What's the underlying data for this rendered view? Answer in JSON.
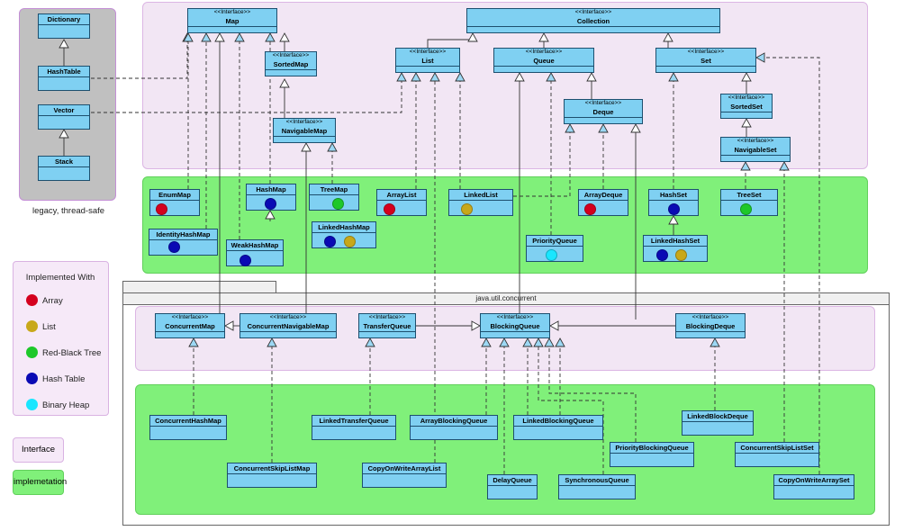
{
  "legend": {
    "title": "Implemented With",
    "items": [
      {
        "label": "Array",
        "color": "#d4001e"
      },
      {
        "label": "List",
        "color": "#c8a81a"
      },
      {
        "label": "Red-Black Tree",
        "color": "#1ec82a"
      },
      {
        "label": "Hash Table",
        "color": "#0a0ab4"
      },
      {
        "label": "Binary Heap",
        "color": "#19e6ff"
      }
    ]
  },
  "legacy_caption": "legacy, thread-safe",
  "concurrent_package": "java.util.concurrent",
  "tags": {
    "interface": "Interface",
    "implementation": "implemetation"
  },
  "stereotype": "<<Interface>>",
  "nodes": {
    "dictionary": "Dictionary",
    "hashtable": "HashTable",
    "vector": "Vector",
    "stack": "Stack",
    "map": "Map",
    "sortedmap": "SortedMap",
    "navigablemap": "NavigableMap",
    "collection": "Collection",
    "list": "List",
    "queue": "Queue",
    "set": "Set",
    "deque": "Deque",
    "sortedset": "SortedSet",
    "navigableset": "NavigableSet",
    "enummap": "EnumMap",
    "hashmap": "HashMap",
    "treemap": "TreeMap",
    "arraylist": "ArrayList",
    "linkedlist": "LinkedList",
    "arraydeque": "ArrayDeque",
    "hashset": "HashSet",
    "treeset": "TreeSet",
    "identityhashmap": "IdentityHashMap",
    "linkedhashmap": "LinkedHashMap",
    "weakhashmap": "WeakHashMap",
    "priorityqueue": "PriorityQueue",
    "linkedhashset": "LinkedHashSet",
    "concurrentmap": "ConcurrentMap",
    "concurrentnavigablemap": "ConcurrentNavigableMap",
    "transferqueue": "TransferQueue",
    "blockingqueue": "BlockingQueue",
    "blockingdeque": "BlockingDeque",
    "concurrenthashmap": "ConcurrentHashMap",
    "linkedtransferqueue": "LinkedTransferQueue",
    "arrayblockingqueue": "ArrayBlockingQueue",
    "linkedblockingqueue": "LinkedBlockingQueue",
    "linkedblockdeque": "LinkedBlockDeque",
    "priorityblockingqueue": "PriorityBlockingQueue",
    "concurrentskiplistset": "ConcurrentSkipListSet",
    "concurrentskiplistmap": "ConcurrentSkipListMap",
    "copyonwritearraylist": "CopyOnWriteArrayList",
    "delayqueue": "DelayQueue",
    "synchronousqueue": "SynchronousQueue",
    "copyonwritearrayset": "CopyOnWriteArraySet"
  },
  "interfaces": [
    "map",
    "sortedmap",
    "navigablemap",
    "collection",
    "list",
    "queue",
    "set",
    "deque",
    "sortedset",
    "navigableset",
    "concurrentmap",
    "concurrentnavigablemap",
    "transferqueue",
    "blockingqueue",
    "blockingdeque"
  ],
  "implemented_with": {
    "enummap": [
      "Array"
    ],
    "hashmap": [
      "Hash Table"
    ],
    "treemap": [
      "Red-Black Tree"
    ],
    "arraylist": [
      "Array"
    ],
    "linkedlist": [
      "List"
    ],
    "arraydeque": [
      "Array"
    ],
    "hashset": [
      "Hash Table"
    ],
    "treeset": [
      "Red-Black Tree"
    ],
    "identityhashmap": [
      "Hash Table"
    ],
    "linkedhashmap": [
      "Hash Table",
      "List"
    ],
    "weakhashmap": [
      "Hash Table"
    ],
    "priorityqueue": [
      "Binary Heap"
    ],
    "linkedhashset": [
      "Hash Table",
      "List"
    ]
  },
  "relations": [
    {
      "from": "hashtable",
      "to": "dictionary",
      "kind": "extends"
    },
    {
      "from": "stack",
      "to": "vector",
      "kind": "extends"
    },
    {
      "from": "sortedmap",
      "to": "map",
      "kind": "extends"
    },
    {
      "from": "navigablemap",
      "to": "sortedmap",
      "kind": "extends"
    },
    {
      "from": "list",
      "to": "collection",
      "kind": "extends"
    },
    {
      "from": "queue",
      "to": "collection",
      "kind": "extends"
    },
    {
      "from": "set",
      "to": "collection",
      "kind": "extends"
    },
    {
      "from": "deque",
      "to": "queue",
      "kind": "extends"
    },
    {
      "from": "sortedset",
      "to": "set",
      "kind": "extends"
    },
    {
      "from": "navigableset",
      "to": "sortedset",
      "kind": "extends"
    },
    {
      "from": "hashtable",
      "to": "map",
      "kind": "implements"
    },
    {
      "from": "vector",
      "to": "list",
      "kind": "implements"
    },
    {
      "from": "enummap",
      "to": "map",
      "kind": "implements"
    },
    {
      "from": "hashmap",
      "to": "map",
      "kind": "implements"
    },
    {
      "from": "identityhashmap",
      "to": "map",
      "kind": "implements"
    },
    {
      "from": "weakhashmap",
      "to": "map",
      "kind": "implements"
    },
    {
      "from": "treemap",
      "to": "navigablemap",
      "kind": "implements"
    },
    {
      "from": "linkedhashmap",
      "to": "hashmap",
      "kind": "extends"
    },
    {
      "from": "arraylist",
      "to": "list",
      "kind": "implements"
    },
    {
      "from": "linkedlist",
      "to": "list",
      "kind": "implements"
    },
    {
      "from": "linkedlist",
      "to": "deque",
      "kind": "implements"
    },
    {
      "from": "arraydeque",
      "to": "deque",
      "kind": "implements"
    },
    {
      "from": "priorityqueue",
      "to": "queue",
      "kind": "extends"
    },
    {
      "from": "hashset",
      "to": "set",
      "kind": "implements"
    },
    {
      "from": "linkedhashset",
      "to": "hashset",
      "kind": "extends"
    },
    {
      "from": "treeset",
      "to": "navigableset",
      "kind": "implements"
    },
    {
      "from": "concurrentmap",
      "to": "map",
      "kind": "extends"
    },
    {
      "from": "concurrentnavigablemap",
      "to": "concurrentmap",
      "kind": "extends"
    },
    {
      "from": "concurrentnavigablemap",
      "to": "navigablemap",
      "kind": "extends"
    },
    {
      "from": "transferqueue",
      "to": "blockingqueue",
      "kind": "extends"
    },
    {
      "from": "blockingqueue",
      "to": "queue",
      "kind": "extends"
    },
    {
      "from": "blockingdeque",
      "to": "blockingqueue",
      "kind": "extends"
    },
    {
      "from": "blockingdeque",
      "to": "deque",
      "kind": "extends"
    },
    {
      "from": "concurrenthashmap",
      "to": "concurrentmap",
      "kind": "implements"
    },
    {
      "from": "concurrentskiplistmap",
      "to": "concurrentnavigablemap",
      "kind": "implements"
    },
    {
      "from": "linkedtransferqueue",
      "to": "transferqueue",
      "kind": "implements"
    },
    {
      "from": "copyonwritearraylist",
      "to": "list",
      "kind": "implements"
    },
    {
      "from": "arrayblockingqueue",
      "to": "blockingqueue",
      "kind": "implements"
    },
    {
      "from": "linkedblockingqueue",
      "to": "blockingqueue",
      "kind": "implements"
    },
    {
      "from": "delayqueue",
      "to": "blockingqueue",
      "kind": "implements"
    },
    {
      "from": "synchronousqueue",
      "to": "blockingqueue",
      "kind": "implements"
    },
    {
      "from": "priorityblockingqueue",
      "to": "blockingqueue",
      "kind": "implements"
    },
    {
      "from": "linkedblockdeque",
      "to": "blockingdeque",
      "kind": "implements"
    },
    {
      "from": "concurrentskiplistset",
      "to": "navigableset",
      "kind": "implements"
    },
    {
      "from": "copyonwritearrayset",
      "to": "set",
      "kind": "implements"
    }
  ]
}
